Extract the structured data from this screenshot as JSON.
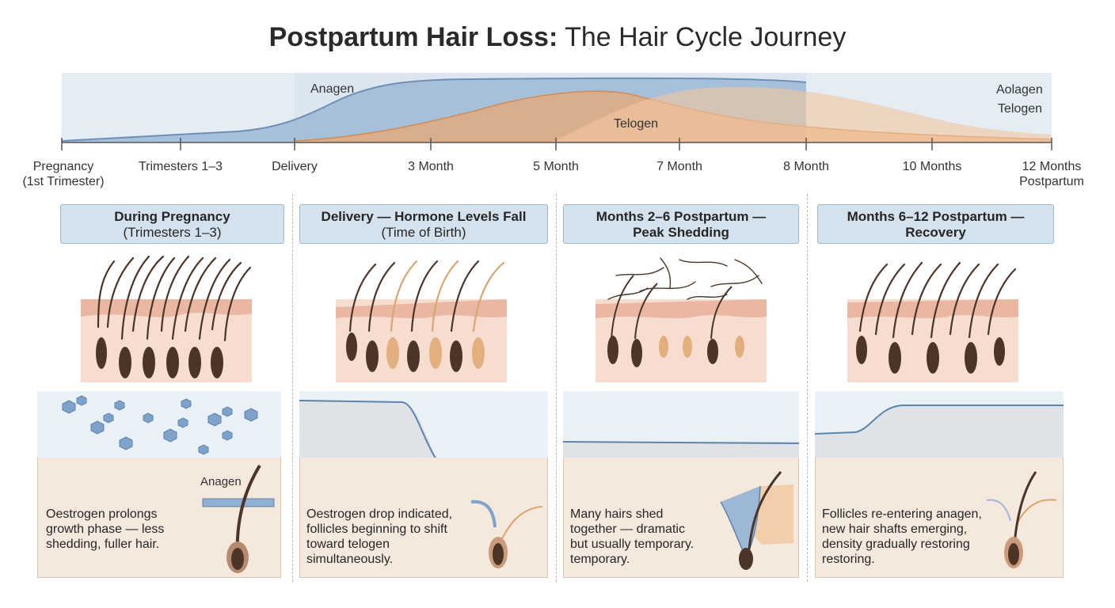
{
  "title": {
    "bold": "Postpartum Hair Loss:",
    "rest": " The Hair Cycle Journey"
  },
  "timeline": {
    "ticks": [
      {
        "label": "Pregnancy\n(1st Trimester)"
      },
      {
        "label": "Trimesters 1–3"
      },
      {
        "label": "Delivery"
      },
      {
        "label": "3 Month"
      },
      {
        "label": "5 Month"
      },
      {
        "label": "7 Month"
      },
      {
        "label": "8 Month"
      },
      {
        "label": "10 Months"
      },
      {
        "label": "12 Months\nPostpartum"
      }
    ],
    "curve_labels": {
      "anagen": "Anagen",
      "telogen": "Telogen",
      "legend_anagen": "Aolagen",
      "legend_telogen": "Telogen"
    },
    "colors": {
      "anagen": "#8fafd0",
      "telogen": "#e8b07f",
      "bg": "#e4ecf4"
    }
  },
  "panels": [
    {
      "title": "During Pregnancy",
      "subtitle": "(Trimesters 1–3)",
      "follicle_label": "Anagen",
      "description": [
        "Oestrogen prolongs",
        "growth phase — less",
        "shedding, fuller hair."
      ]
    },
    {
      "title": "Delivery — Hormone Levels Fall",
      "subtitle": "(Time of Birth)",
      "description": [
        "Oestrogen drop indicated,",
        "follicles beginning to shift",
        "toward telogen",
        "simultaneously."
      ]
    },
    {
      "title": "Months 2–6 Postpartum —",
      "subtitle": "Peak Shedding",
      "description": [
        "Many hairs shed",
        "together — dramatic",
        "but usually temporary.",
        "temporary."
      ]
    },
    {
      "title": "Months 6–12 Postpartum —",
      "subtitle": "Recovery",
      "description": [
        "Follicles re-entering anagen,",
        "new hair shafts emerging,",
        "density gradually restoring",
        "restoring."
      ]
    }
  ]
}
